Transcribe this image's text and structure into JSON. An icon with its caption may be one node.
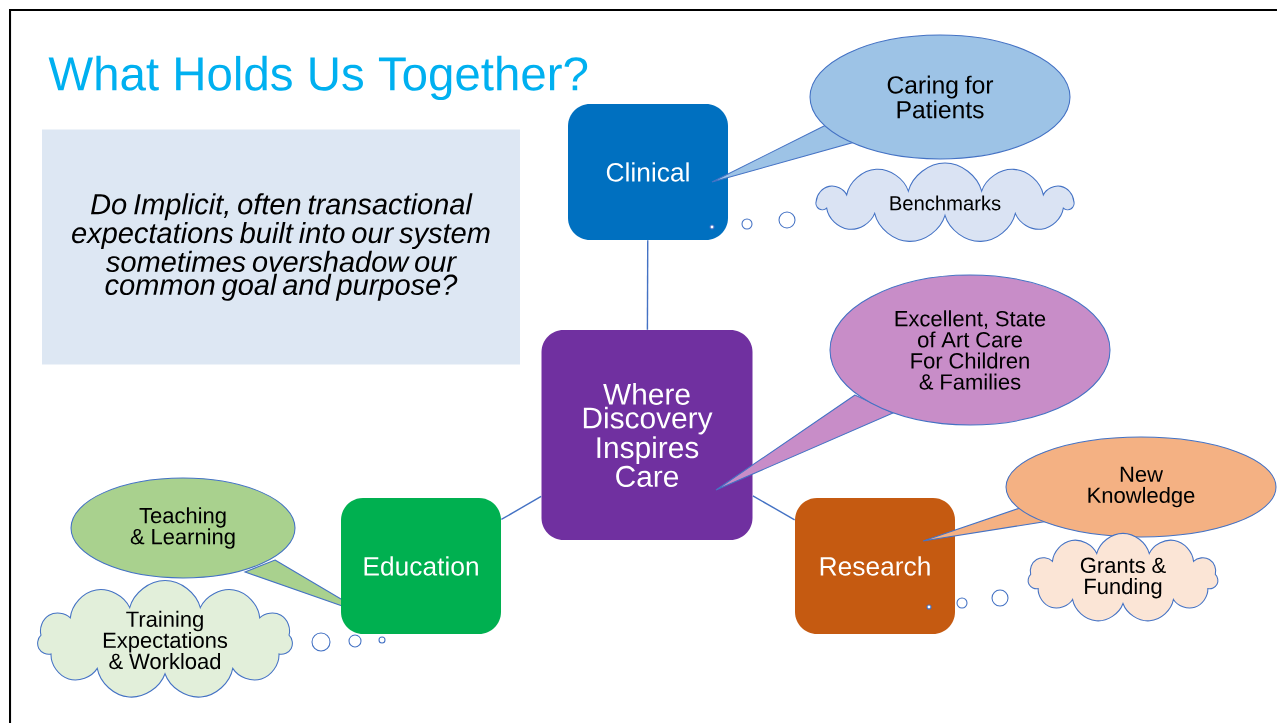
{
  "diagram": {
    "title": "What Holds Us Together?",
    "nodes": [
      {
        "text": [
          "Do Implicit, often transactional expectations built into our system sometimes overshadow our common goal and purpose?"
        ]
      },
      {
        "text": [
          "Clinical"
        ]
      },
      {
        "text": [
          "Caring for Patients"
        ]
      },
      {
        "text": [
          "Benchmarks"
        ]
      },
      {
        "text": [
          "Where Discovery Inspires Care"
        ]
      },
      {
        "text": [
          "Excellent, State of Art Care For Children & Families"
        ]
      },
      {
        "text": [
          "Teaching & Learning"
        ]
      },
      {
        "text": [
          "Education"
        ]
      },
      {
        "text": [
          "Training Expectations & Workload"
        ]
      },
      {
        "text": [
          "Research"
        ]
      },
      {
        "text": [
          "New Knowledge"
        ]
      },
      {
        "text": [
          "Grants & Funding"
        ]
      }
    ],
    "edges": [
      {
        "from": 4,
        "to": 1,
        "arrow": "none"
      },
      {
        "from": 4,
        "to": 7,
        "arrow": "none"
      },
      {
        "from": 4,
        "to": 9,
        "arrow": "none"
      }
    ]
  }
}
